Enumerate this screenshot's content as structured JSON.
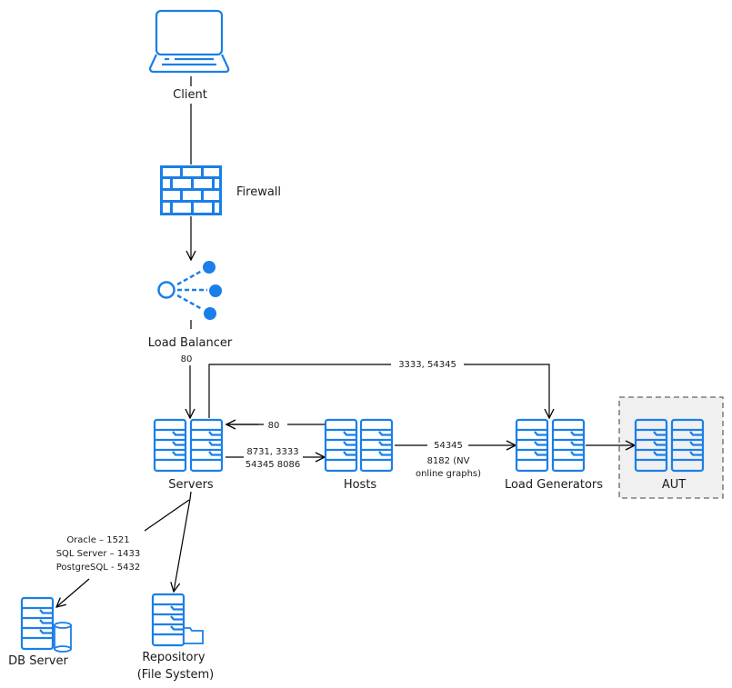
{
  "title": "Architecture diagram",
  "colors": {
    "icon": "#1a7fe8",
    "line": "#000000",
    "aut_fill": "#f0f0f0"
  },
  "nodes": {
    "client": {
      "label": "Client",
      "icon": "laptop-icon"
    },
    "firewall": {
      "label": "Firewall",
      "icon": "firewall-icon"
    },
    "load_balancer": {
      "label": "Load Balancer",
      "icon": "load-balancer-icon"
    },
    "servers": {
      "label": "Servers",
      "icon": "server-rack-icon"
    },
    "hosts": {
      "label": "Hosts",
      "icon": "server-rack-icon"
    },
    "load_generators": {
      "label": "Load Generators",
      "icon": "server-rack-icon"
    },
    "aut": {
      "label": "AUT",
      "icon": "server-rack-icon"
    },
    "db_server": {
      "label": "DB Server",
      "icon": "database-server-icon"
    },
    "repository": {
      "label_line1": "Repository",
      "label_line2": "(File System)",
      "icon": "file-server-icon"
    }
  },
  "edges": {
    "lb_to_servers": "80",
    "servers_to_lg": "3333, 54345",
    "hosts_to_servers": "80",
    "servers_to_hosts_line1": "8731, 3333",
    "servers_to_hosts_line2": "54345 8086",
    "hosts_to_lg_line1": "54345",
    "hosts_to_lg_line2": "8182 (NV",
    "hosts_to_lg_line3": "online graphs)",
    "servers_to_db_line1": "Oracle – 1521",
    "servers_to_db_line2": "SQL Server – 1433",
    "servers_to_db_line3": "PostgreSQL - 5432"
  }
}
